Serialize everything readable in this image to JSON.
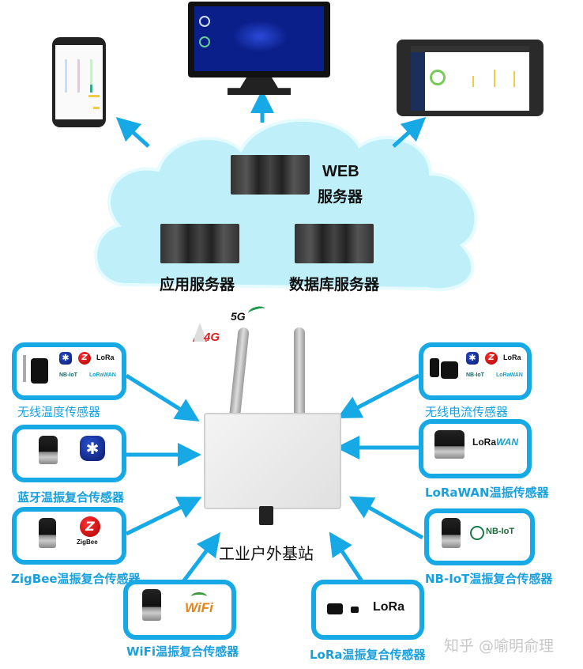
{
  "cloud": {
    "web_server": {
      "line1": "WEB",
      "line2": "服务器"
    },
    "app_server": "应用服务器",
    "db_server": "数据库服务器"
  },
  "clients": {
    "phone": "mobile-app",
    "monitor": "dashboard-screen",
    "tablet": "tablet-app"
  },
  "gateway": {
    "label": "工业户外基站",
    "badge_5g": "5G",
    "badge_4g": "4G"
  },
  "sensors": [
    {
      "id": "wireless-temp",
      "label": "无线温度传感器",
      "protocols": [
        "Bluetooth",
        "ZigBee",
        "LoRa",
        "NB-IoT",
        "LoRaWAN"
      ]
    },
    {
      "id": "bluetooth-vib",
      "label": "蓝牙温振复合传感器",
      "protocols": [
        "Bluetooth"
      ]
    },
    {
      "id": "zigbee-vib",
      "label": "ZigBee温振复合传感器",
      "protocols": [
        "ZigBee"
      ]
    },
    {
      "id": "wifi-vib",
      "label": "WiFi温振复合传感器",
      "protocols": [
        "WiFi"
      ]
    },
    {
      "id": "lora-vib",
      "label": "LoRa温振复合传感器",
      "protocols": [
        "LoRa"
      ]
    },
    {
      "id": "nbiot-vib",
      "label": "NB-IoT温振复合传感器",
      "protocols": [
        "NB-IoT"
      ]
    },
    {
      "id": "lorawan-vib",
      "label": "LoRaWAN温振传感器",
      "protocols": [
        "LoRaWAN"
      ]
    },
    {
      "id": "wireless-current",
      "label": "无线电流传感器",
      "protocols": [
        "Bluetooth",
        "ZigBee",
        "LoRa",
        "NB-IoT",
        "LoRaWAN"
      ]
    }
  ],
  "logos": {
    "bt": "✱",
    "zigbee_mark": "Z",
    "zigbee_text": "ZigBee",
    "lora": "LoRa",
    "lorawan_a": "LoRa",
    "lorawan_b": "WAN",
    "nbiot": "NB-IoT",
    "nbiot_small": "NB-IoT",
    "lorawan_small": "LoRaWAN",
    "wifi": "WiFi"
  },
  "watermark": "知乎 @喻明俞理",
  "colors": {
    "accent": "#17a9e6",
    "label": "#1aa0dc",
    "cloud": "#bff0fa"
  }
}
